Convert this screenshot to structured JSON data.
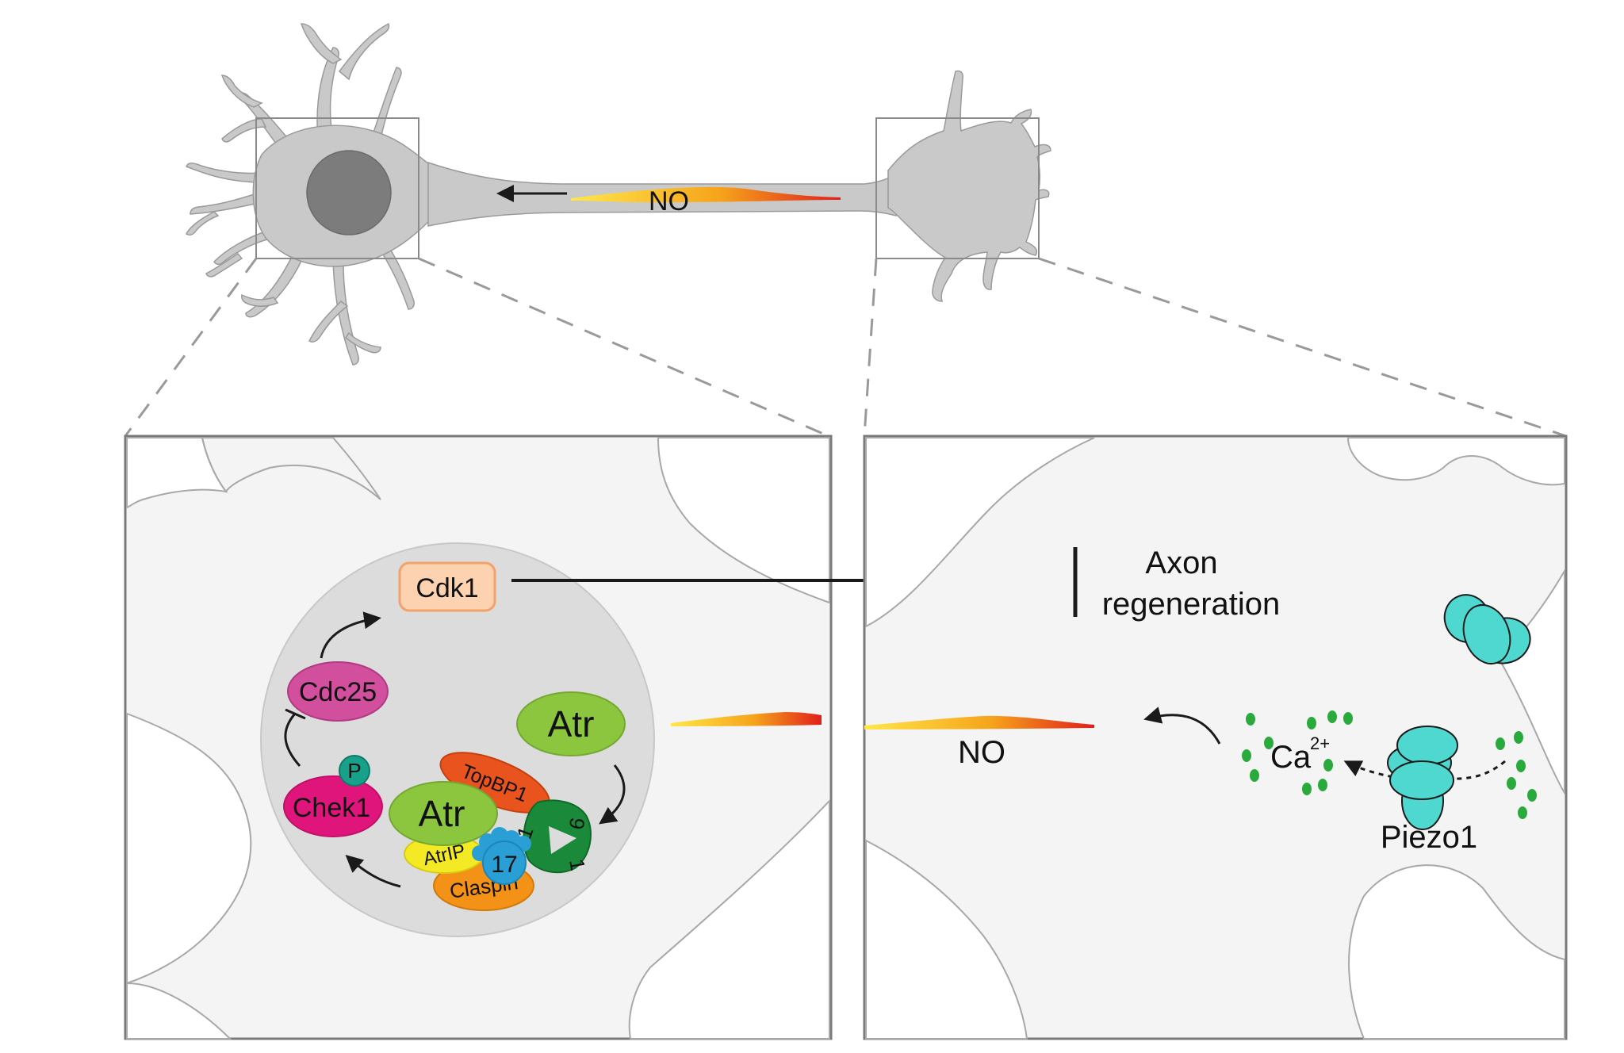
{
  "top_neuron": {
    "signal_label": "NO"
  },
  "soma_panel": {
    "proteins": {
      "cdk1": "Cdk1",
      "cdc25": "Cdc25",
      "chek1": "Chek1",
      "phospho": "P",
      "atr_free": "Atr",
      "atr_complex": "Atr",
      "topbp1": "TopBP1",
      "atrip": "AtrIP",
      "claspin": "Claspin",
      "rad17": "17",
      "ring_9": "9",
      "ring_1a": "1",
      "ring_1b": "1"
    }
  },
  "growth_cone_panel": {
    "outcome_line1": "Axon",
    "outcome_line2": "regeneration",
    "signal_label": "NO",
    "ion_base": "Ca",
    "ion_charge": "2+",
    "channel_label": "Piezo1"
  },
  "colors": {
    "membrane_gray": "#c9c9c9",
    "nucleus_gray": "#7c7c7c",
    "panel_fill": "#f4f4f4",
    "cdk1_fill": "#fcd2b0",
    "cdc25_fill": "#d24f9e",
    "chek1_fill": "#e0157b",
    "atr_fill": "#8cc63f",
    "topbp1_fill": "#e8531e",
    "atrip_fill": "#f3e924",
    "claspin_fill": "#f39216",
    "rad17_fill": "#2a9fd6",
    "ring_fill": "#1a8a3a",
    "piezo_fill": "#4fd8d0",
    "calcium_fill": "#2aaa3c",
    "no_gradient": [
      "#ffe033",
      "#f7a11a",
      "#e0201b"
    ]
  }
}
